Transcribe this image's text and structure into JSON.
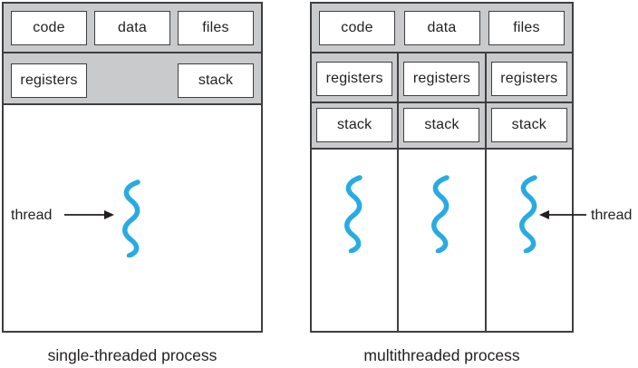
{
  "figure": {
    "labels": {
      "code": "code",
      "data": "data",
      "files": "files",
      "registers": "registers",
      "stack": "stack"
    },
    "left": {
      "caption": "single-threaded process",
      "thread_label": "thread",
      "thread_count": 1
    },
    "right": {
      "caption": "multithreaded process",
      "thread_label": "thread",
      "thread_count": 3
    },
    "colors": {
      "section_gray": "#c9cacb",
      "line": "#3f3f41",
      "text": "#231f20",
      "thread_cyan": "#29abe2"
    }
  }
}
